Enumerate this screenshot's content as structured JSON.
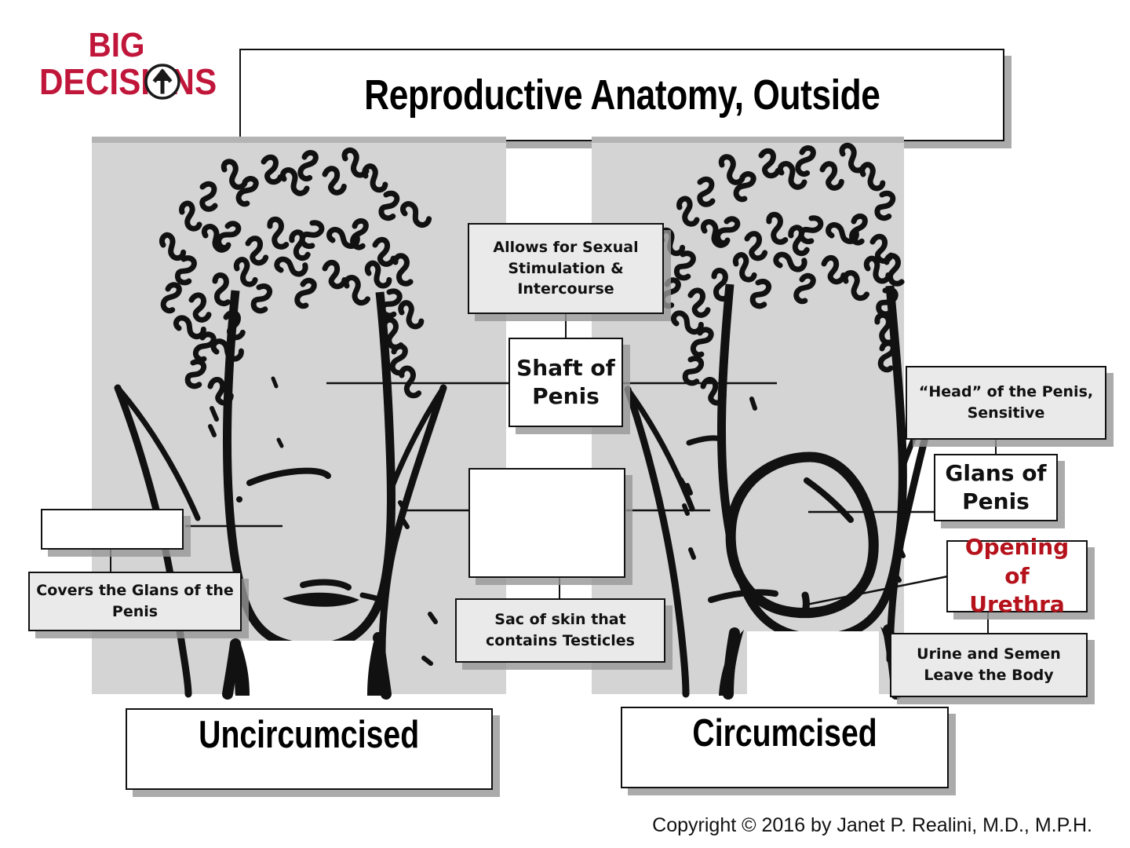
{
  "logo": {
    "line1": "BIG",
    "line2_before": "DECISI",
    "line2_after": "NS",
    "arrow_icon": "circled-up-arrow-icon",
    "color": "#c0163a"
  },
  "header": {
    "title": "Reproductive Anatomy, Outside"
  },
  "callouts": {
    "stimulation": "Allows for Sexual Stimulation & Intercourse",
    "shaft": "Shaft of Penis",
    "head": "“Head” of the Penis, Sensitive",
    "glans": "Glans of Penis",
    "urethra": "Opening of Urethra",
    "urine": "Urine and Semen Leave the Body",
    "foreskin_blank": "",
    "covers": "Covers the Glans of the Penis",
    "scrotum_blank": "",
    "sac": "Sac of skin that contains Testicles"
  },
  "captions": {
    "left": "Uncircumcised",
    "right": "Circumcised"
  },
  "footer": {
    "copyright": "Copyright © 2016 by Janet P. Realini, M.D., M.P.H."
  },
  "colors": {
    "accent_red": "#b5121b",
    "logo_red": "#c0163a",
    "panel_gray": "#d4d4d4",
    "callout_gray": "#eaeaea",
    "shadow": "#969696",
    "ink": "#111111"
  },
  "illustration": {
    "left_figure": "uncircumcised-penis-line-drawing",
    "right_figure": "circumcised-penis-line-drawing",
    "detail": "pubic-hair-curls"
  }
}
